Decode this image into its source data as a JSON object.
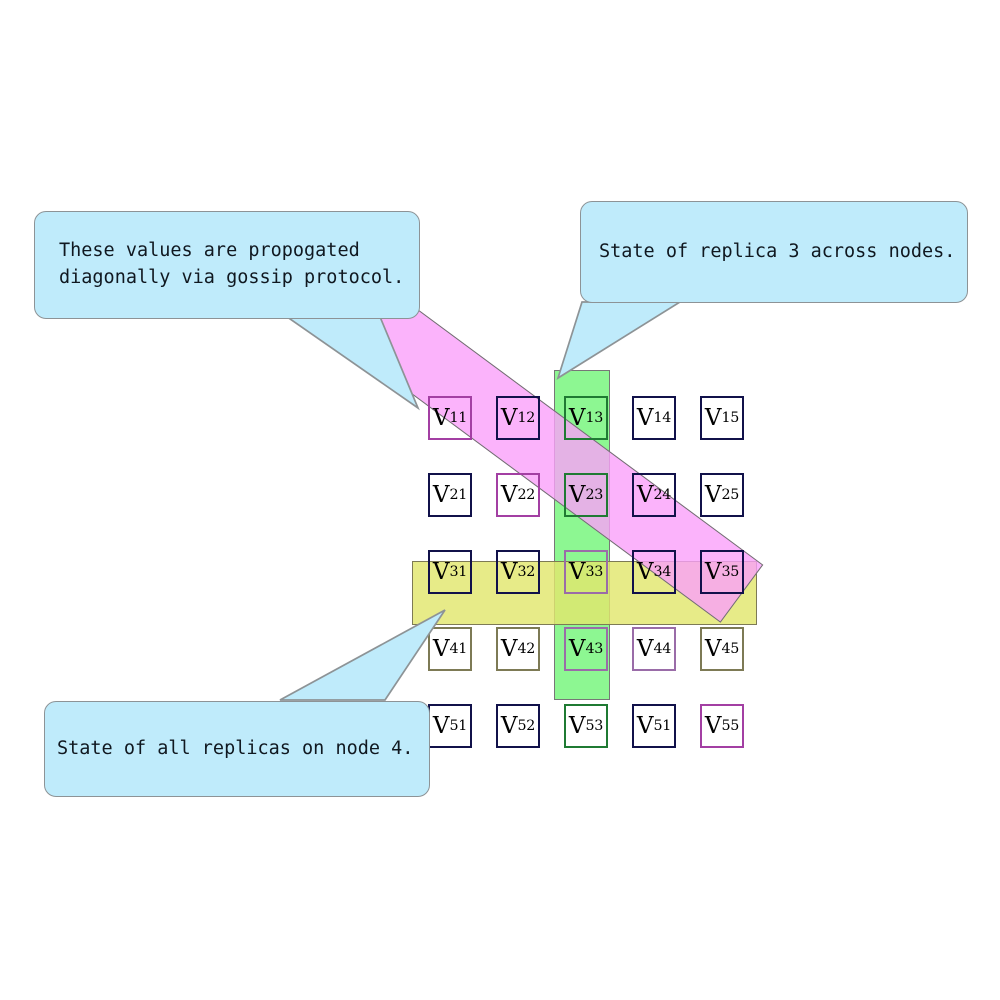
{
  "diagram": {
    "title": "Replica state grid with gossip propagation",
    "colors": {
      "callout_fill": "#bfebfb",
      "callout_border": "#8d9396",
      "column_band": "#8df792",
      "row_band": "#e2e76e",
      "diagonal_band": "#faa0fa",
      "cell_border": "#11114a",
      "text": "#000000"
    }
  },
  "grid": {
    "rows": 5,
    "columns": 5,
    "cells": [
      [
        {
          "label": "V",
          "sub": "11",
          "highlight": "pink"
        },
        {
          "label": "V",
          "sub": "12",
          "highlight": "none"
        },
        {
          "label": "V",
          "sub": "13",
          "highlight": "green"
        },
        {
          "label": "V",
          "sub": "14",
          "highlight": "none"
        },
        {
          "label": "V",
          "sub": "15",
          "highlight": "none"
        }
      ],
      [
        {
          "label": "V",
          "sub": "21",
          "highlight": "none"
        },
        {
          "label": "V",
          "sub": "22",
          "highlight": "pink"
        },
        {
          "label": "V",
          "sub": "23",
          "highlight": "green"
        },
        {
          "label": "V",
          "sub": "24",
          "highlight": "none"
        },
        {
          "label": "V",
          "sub": "25",
          "highlight": "none"
        }
      ],
      [
        {
          "label": "V",
          "sub": "31",
          "highlight": "none"
        },
        {
          "label": "V",
          "sub": "32",
          "highlight": "none"
        },
        {
          "label": "V",
          "sub": "33",
          "highlight": "mixed"
        },
        {
          "label": "V",
          "sub": "34",
          "highlight": "none"
        },
        {
          "label": "V",
          "sub": "35",
          "highlight": "none"
        }
      ],
      [
        {
          "label": "V",
          "sub": "41",
          "highlight": "yellow"
        },
        {
          "label": "V",
          "sub": "42",
          "highlight": "yellow"
        },
        {
          "label": "V",
          "sub": "43",
          "highlight": "mixed"
        },
        {
          "label": "V",
          "sub": "44",
          "highlight": "mixed"
        },
        {
          "label": "V",
          "sub": "45",
          "highlight": "yellow"
        }
      ],
      [
        {
          "label": "V",
          "sub": "51",
          "highlight": "none"
        },
        {
          "label": "V",
          "sub": "52",
          "highlight": "none"
        },
        {
          "label": "V",
          "sub": "53",
          "highlight": "green"
        },
        {
          "label": "V",
          "sub": "51",
          "highlight": "none"
        },
        {
          "label": "V",
          "sub": "55",
          "highlight": "pink"
        }
      ]
    ]
  },
  "bands": {
    "diagonal": {
      "name": "gossip-diagonal",
      "color": "#faa0fa"
    },
    "column": {
      "name": "replica-3-column",
      "color": "#8df792"
    },
    "row": {
      "name": "node-4-row",
      "color": "#e2e76e"
    }
  },
  "callouts": {
    "diagonal": {
      "line1": "These values are propogated",
      "line2": "diagonally via gossip protocol."
    },
    "replica": {
      "line1": "State of replica 3 across nodes."
    },
    "node": {
      "line1": "State of all replicas on node 4."
    }
  }
}
